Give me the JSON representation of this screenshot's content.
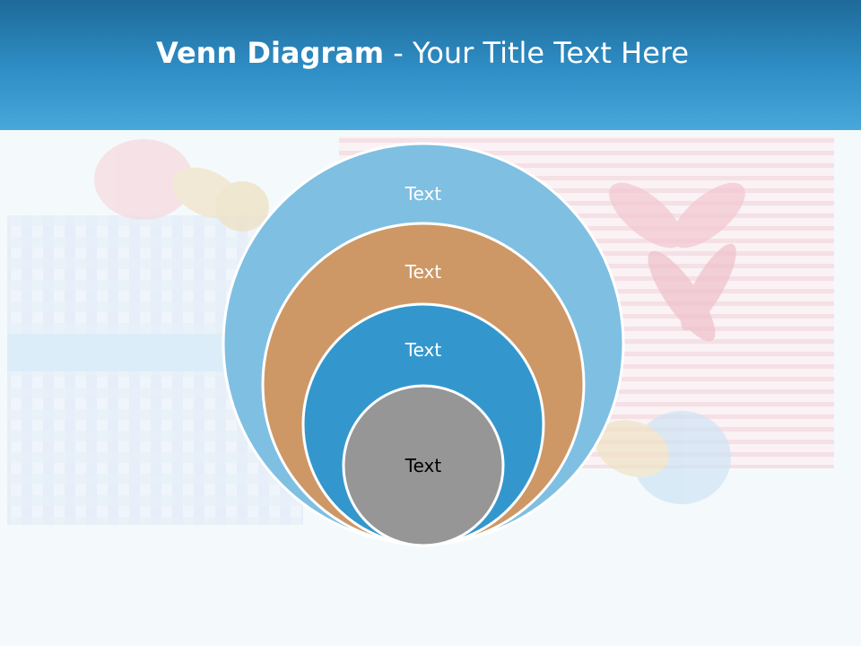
{
  "slide": {
    "title_bold": "Venn Diagram",
    "title_rest": " - Your Title Text Here"
  },
  "diagram": {
    "circles": [
      {
        "label": "Text",
        "fill": "#7fbfe2",
        "text_color": "#ffffff"
      },
      {
        "label": "Text",
        "fill": "#cd9866",
        "text_color": "#ffffff"
      },
      {
        "label": "Text",
        "fill": "#3397cd",
        "text_color": "#ffffff"
      },
      {
        "label": "Text",
        "fill": "#969696",
        "text_color": "#000000"
      }
    ]
  },
  "colors": {
    "header_dark": "#1e6a98",
    "header_light": "#48a8da",
    "background": "#f4fafc"
  }
}
